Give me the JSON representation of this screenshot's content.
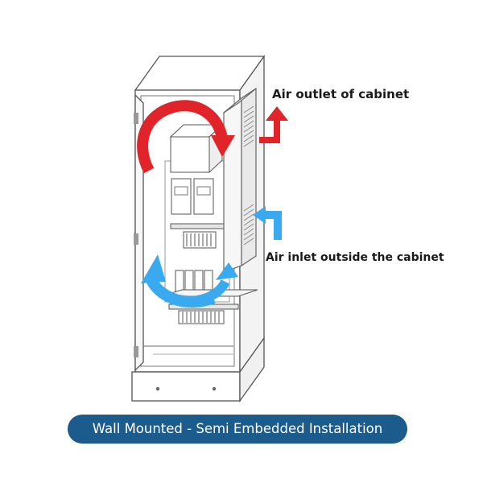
{
  "diagram": {
    "outlet_label": "Air outlet of cabinet",
    "inlet_label": "Air inlet outside the cabinet",
    "caption": "Wall Mounted - Semi Embedded Installation"
  },
  "colors": {
    "hot_air": "#e0242a",
    "cool_air": "#3aaaf0",
    "banner_bg": "#1c5c8c",
    "line": "#555555"
  }
}
